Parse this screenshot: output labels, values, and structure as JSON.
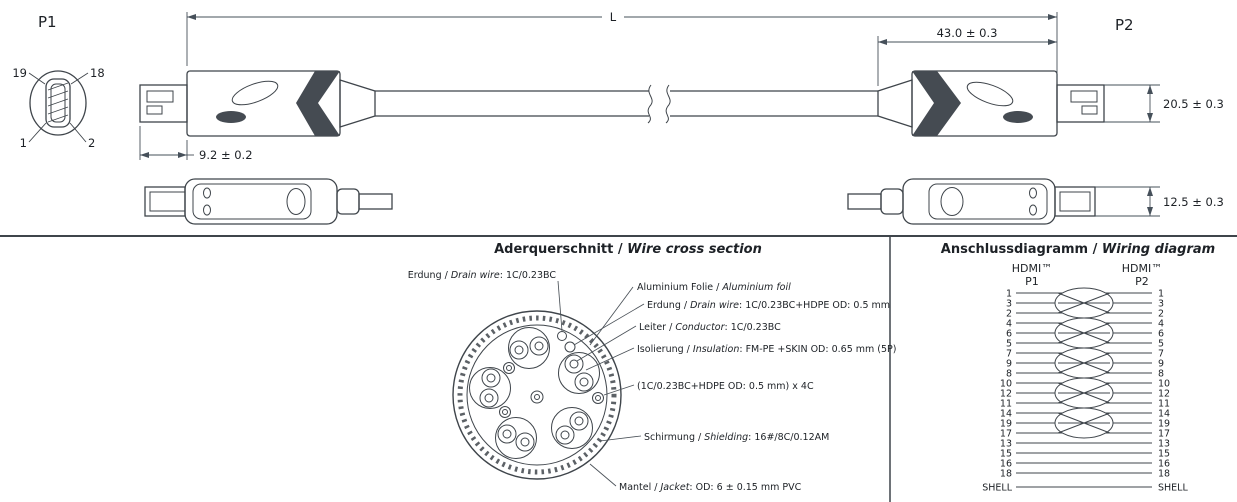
{
  "colors": {
    "line": "#3f454b",
    "ink": "#1d2126"
  },
  "connector_drawing": {
    "p1": "P1",
    "p2": "P2",
    "pin_19": "19",
    "pin_18": "18",
    "pin_1": "1",
    "pin_2": "2",
    "dim_length": "L",
    "dim_connector_length": "43.0 ± 0.3",
    "dim_height": "20.5 ± 0.3",
    "dim_tip_length": "9.2 ± 0.2",
    "dim_thickness": "12.5 ± 0.3"
  },
  "cross_section": {
    "title_de": "Aderquerschnitt / ",
    "title_en": "Wire cross section",
    "callouts": [
      {
        "pre": "Erdung / ",
        "it": "Drain wire",
        "post": ": 1C/0.23BC"
      },
      {
        "pre": "Aluminium Folie / ",
        "it": "Aluminium foil",
        "post": ""
      },
      {
        "pre": "Erdung / ",
        "it": "Drain wire",
        "post": ": 1C/0.23BC+HDPE OD: 0.5 mm"
      },
      {
        "pre": "Leiter / ",
        "it": "Conductor",
        "post": ": 1C/0.23BC"
      },
      {
        "pre": "Isolierung / ",
        "it": "Insulation",
        "post": ": FM-PE +SKIN OD: 0.65 mm (5P)"
      },
      {
        "pre": "(1C/0.23BC+HDPE OD: 0.5 mm) x 4C",
        "it": "",
        "post": ""
      },
      {
        "pre": "Schirmung / ",
        "it": "Shielding",
        "post": ": 16#/8C/0.12AM"
      },
      {
        "pre": "Mantel / ",
        "it": "Jacket",
        "post": ": OD: 6 ± 0.15 mm PVC"
      }
    ]
  },
  "wiring": {
    "title_de": "Anschlussdiagramm / ",
    "title_en": "Wiring diagram",
    "left_header": "HDMI™",
    "left_port": "P1",
    "right_header": "HDMI™",
    "right_port": "P2",
    "pins": [
      "1",
      "3",
      "2",
      "4",
      "6",
      "5",
      "7",
      "9",
      "8",
      "10",
      "12",
      "11",
      "14",
      "19",
      "17",
      "13",
      "15",
      "16",
      "18"
    ],
    "shell": "SHELL"
  }
}
